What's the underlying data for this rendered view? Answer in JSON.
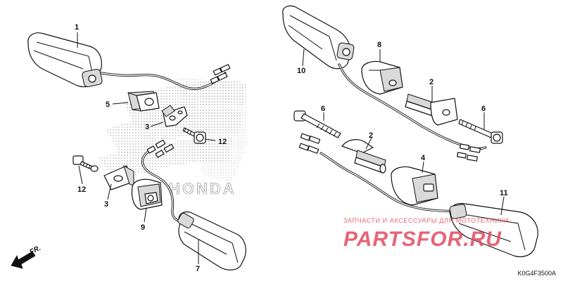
{
  "diagram": {
    "callouts": {
      "c1": "1",
      "c2a": "2",
      "c2b": "2",
      "c3a": "3",
      "c3b": "3",
      "c4": "4",
      "c5": "5",
      "c6a": "6",
      "c6b": "6",
      "c7": "7",
      "c8": "8",
      "c9": "9",
      "c10": "10",
      "c11": "11",
      "c12a": "12",
      "c12b": "12"
    },
    "direction_label": "FR.",
    "code": "K0G4F3500A"
  },
  "watermark": {
    "brand": "HONDA",
    "tagline": "ЗАПЧАСТИ И АКСЕССУАРЫ ДЛЯ МОТОТЕХНИКИ",
    "logo_text": "PARTSFOR.RU",
    "color": "#e34a5e"
  }
}
